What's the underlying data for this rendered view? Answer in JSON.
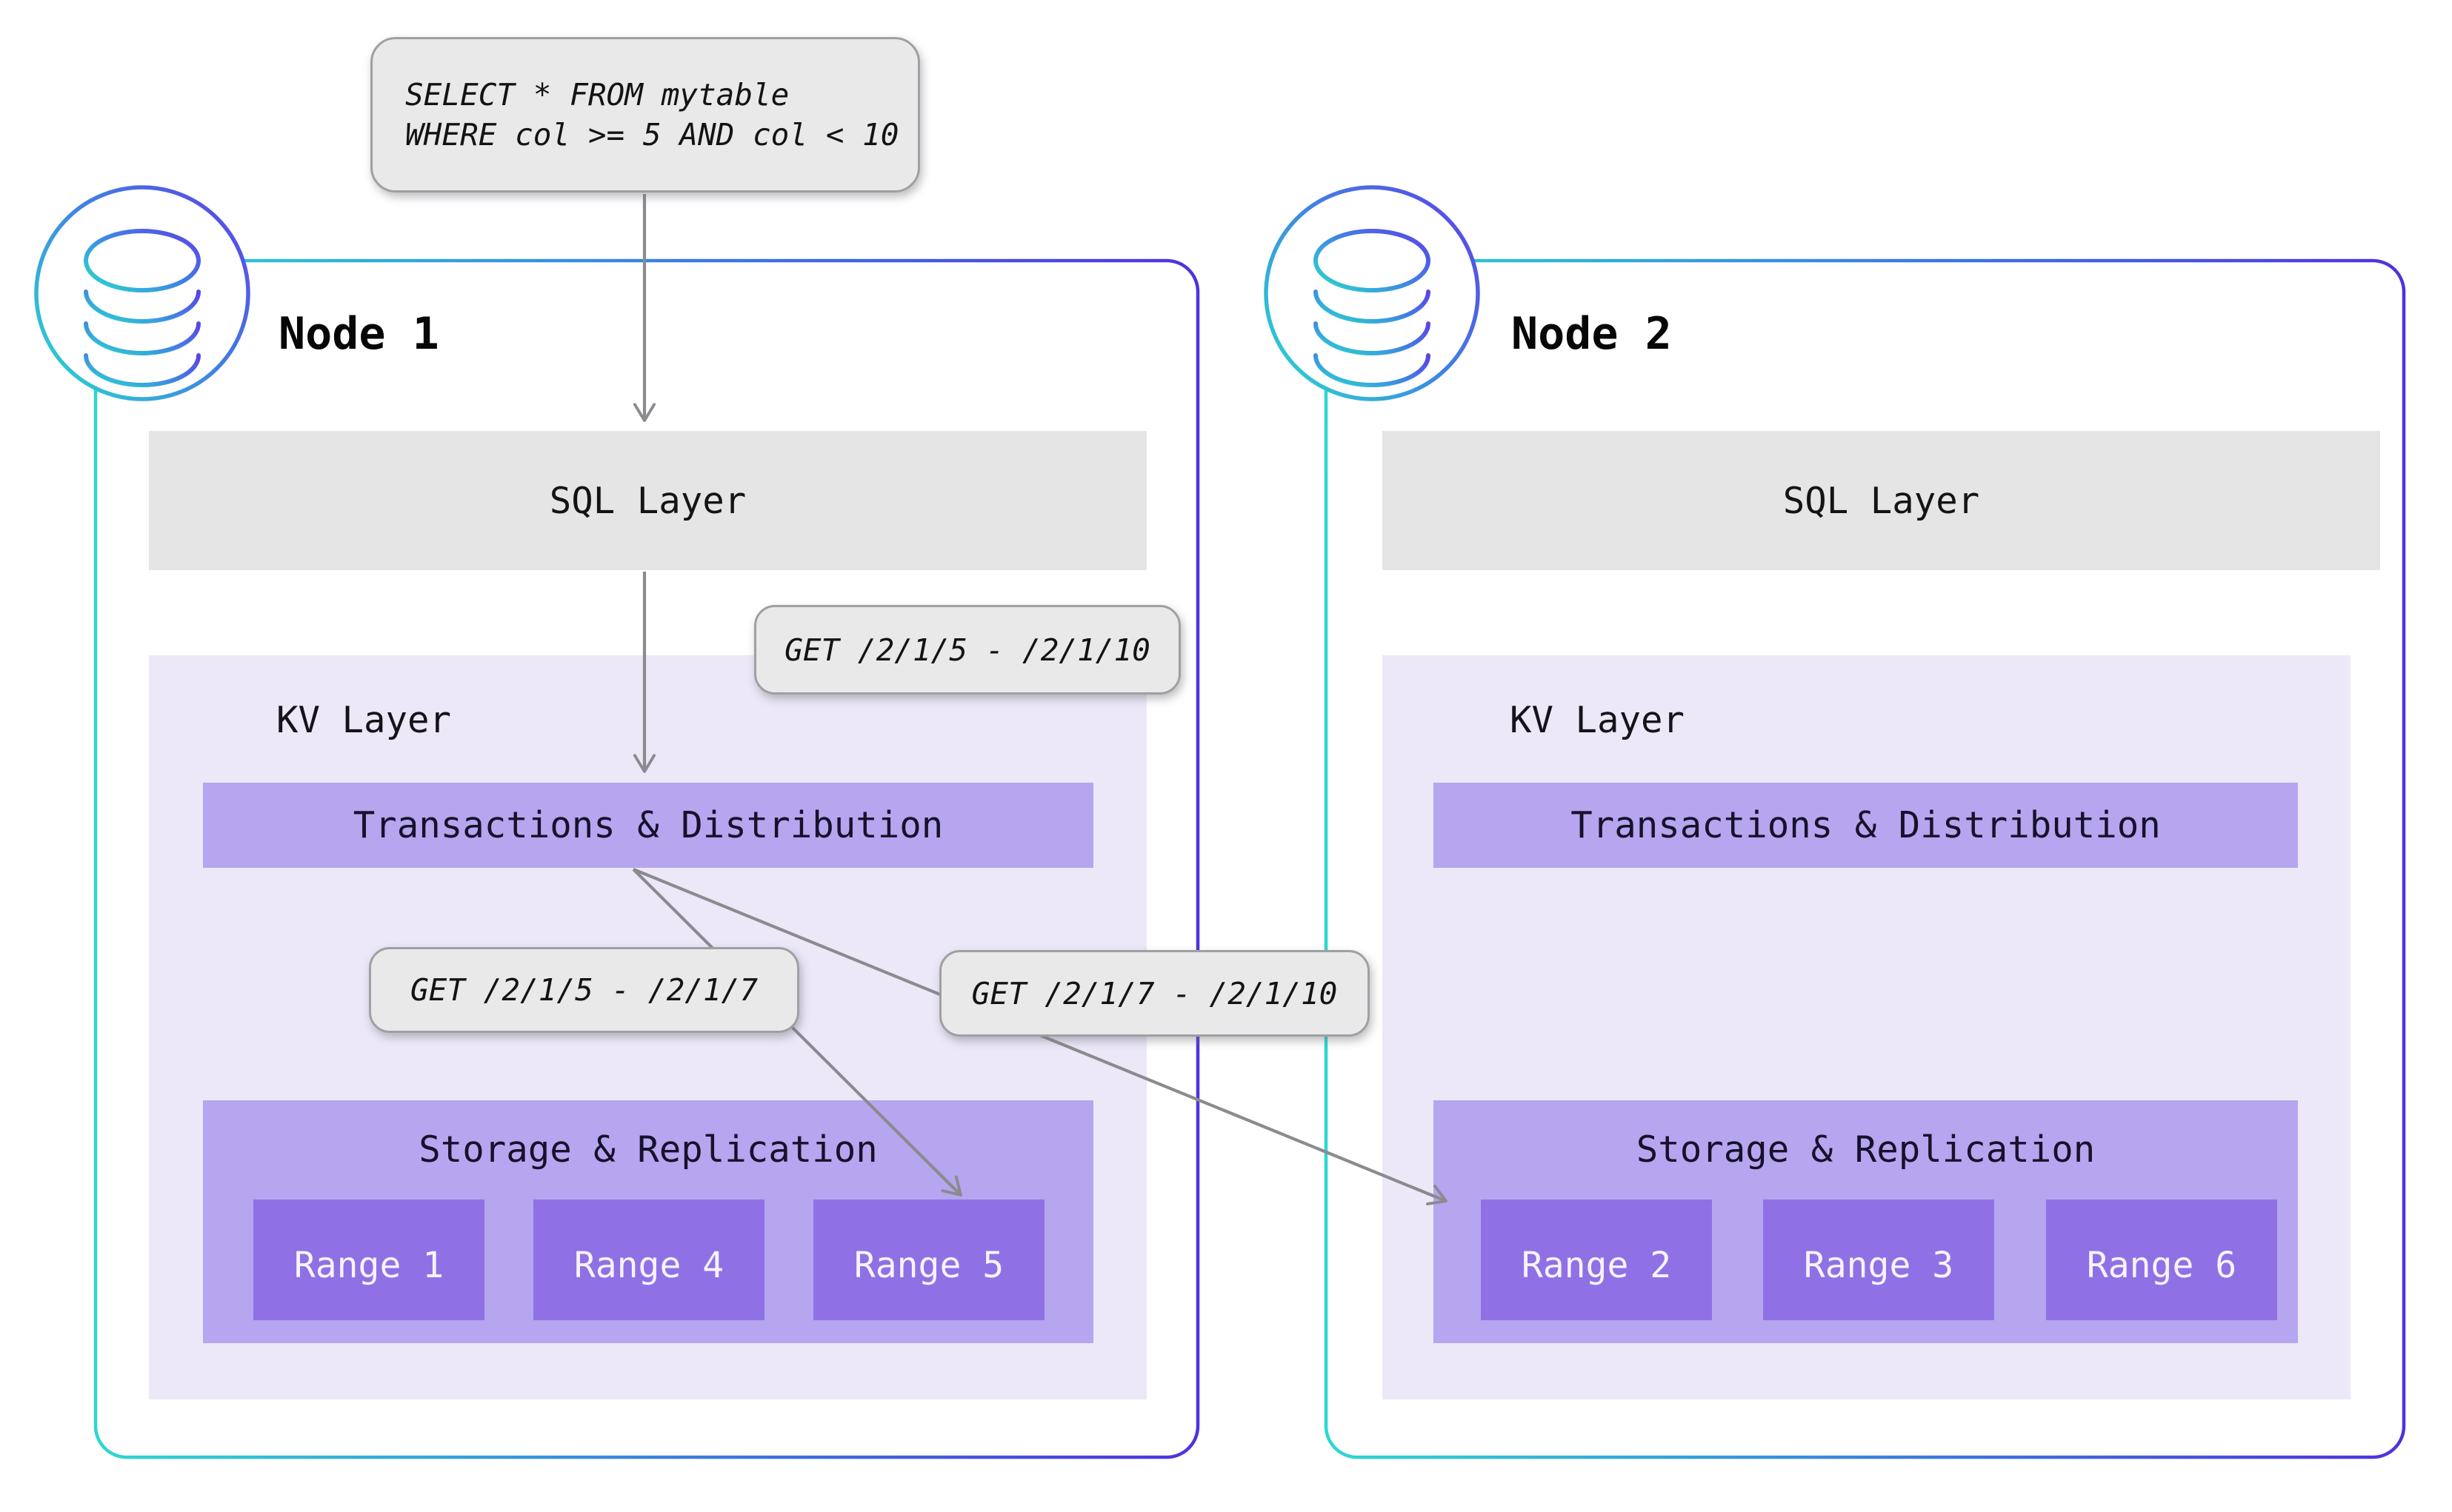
{
  "diagram": {
    "query_callout": {
      "line1": "SELECT * FROM mytable",
      "line2": "WHERE col >= 5 AND col < 10"
    },
    "get_callouts": {
      "sql_to_kv": "GET /2/1/5 - /2/1/10",
      "local_range": "GET /2/1/5 - /2/1/7",
      "remote_range": "GET /2/1/7 - /2/1/10"
    },
    "nodes": [
      {
        "title": "Node 1",
        "icon": "database-icon",
        "sql_layer": "SQL Layer",
        "kv_layer": "KV Layer",
        "transactions": "Transactions & Distribution",
        "storage": "Storage & Replication",
        "ranges": [
          "Range 1",
          "Range 4",
          "Range 5"
        ]
      },
      {
        "title": "Node 2",
        "icon": "database-icon",
        "sql_layer": "SQL Layer",
        "kv_layer": "KV Layer",
        "transactions": "Transactions & Distribution",
        "storage": "Storage & Replication",
        "ranges": [
          "Range 2",
          "Range 3",
          "Range 6"
        ]
      }
    ],
    "colors": {
      "node_border_gradient_start": "#2bd8d1",
      "node_border_gradient_end": "#4e32e0",
      "kv_layer_bg": "#ece8f8",
      "transactions_bar_bg": "#b5a6ef",
      "storage_bg": "#b5a6ef",
      "range_bg": "#8f71e5",
      "sql_layer_bg": "#e4e5e4",
      "callout_bg": "#e9e9e9",
      "callout_border": "#9fa0a3",
      "arrow": "#8b8b8f"
    }
  }
}
